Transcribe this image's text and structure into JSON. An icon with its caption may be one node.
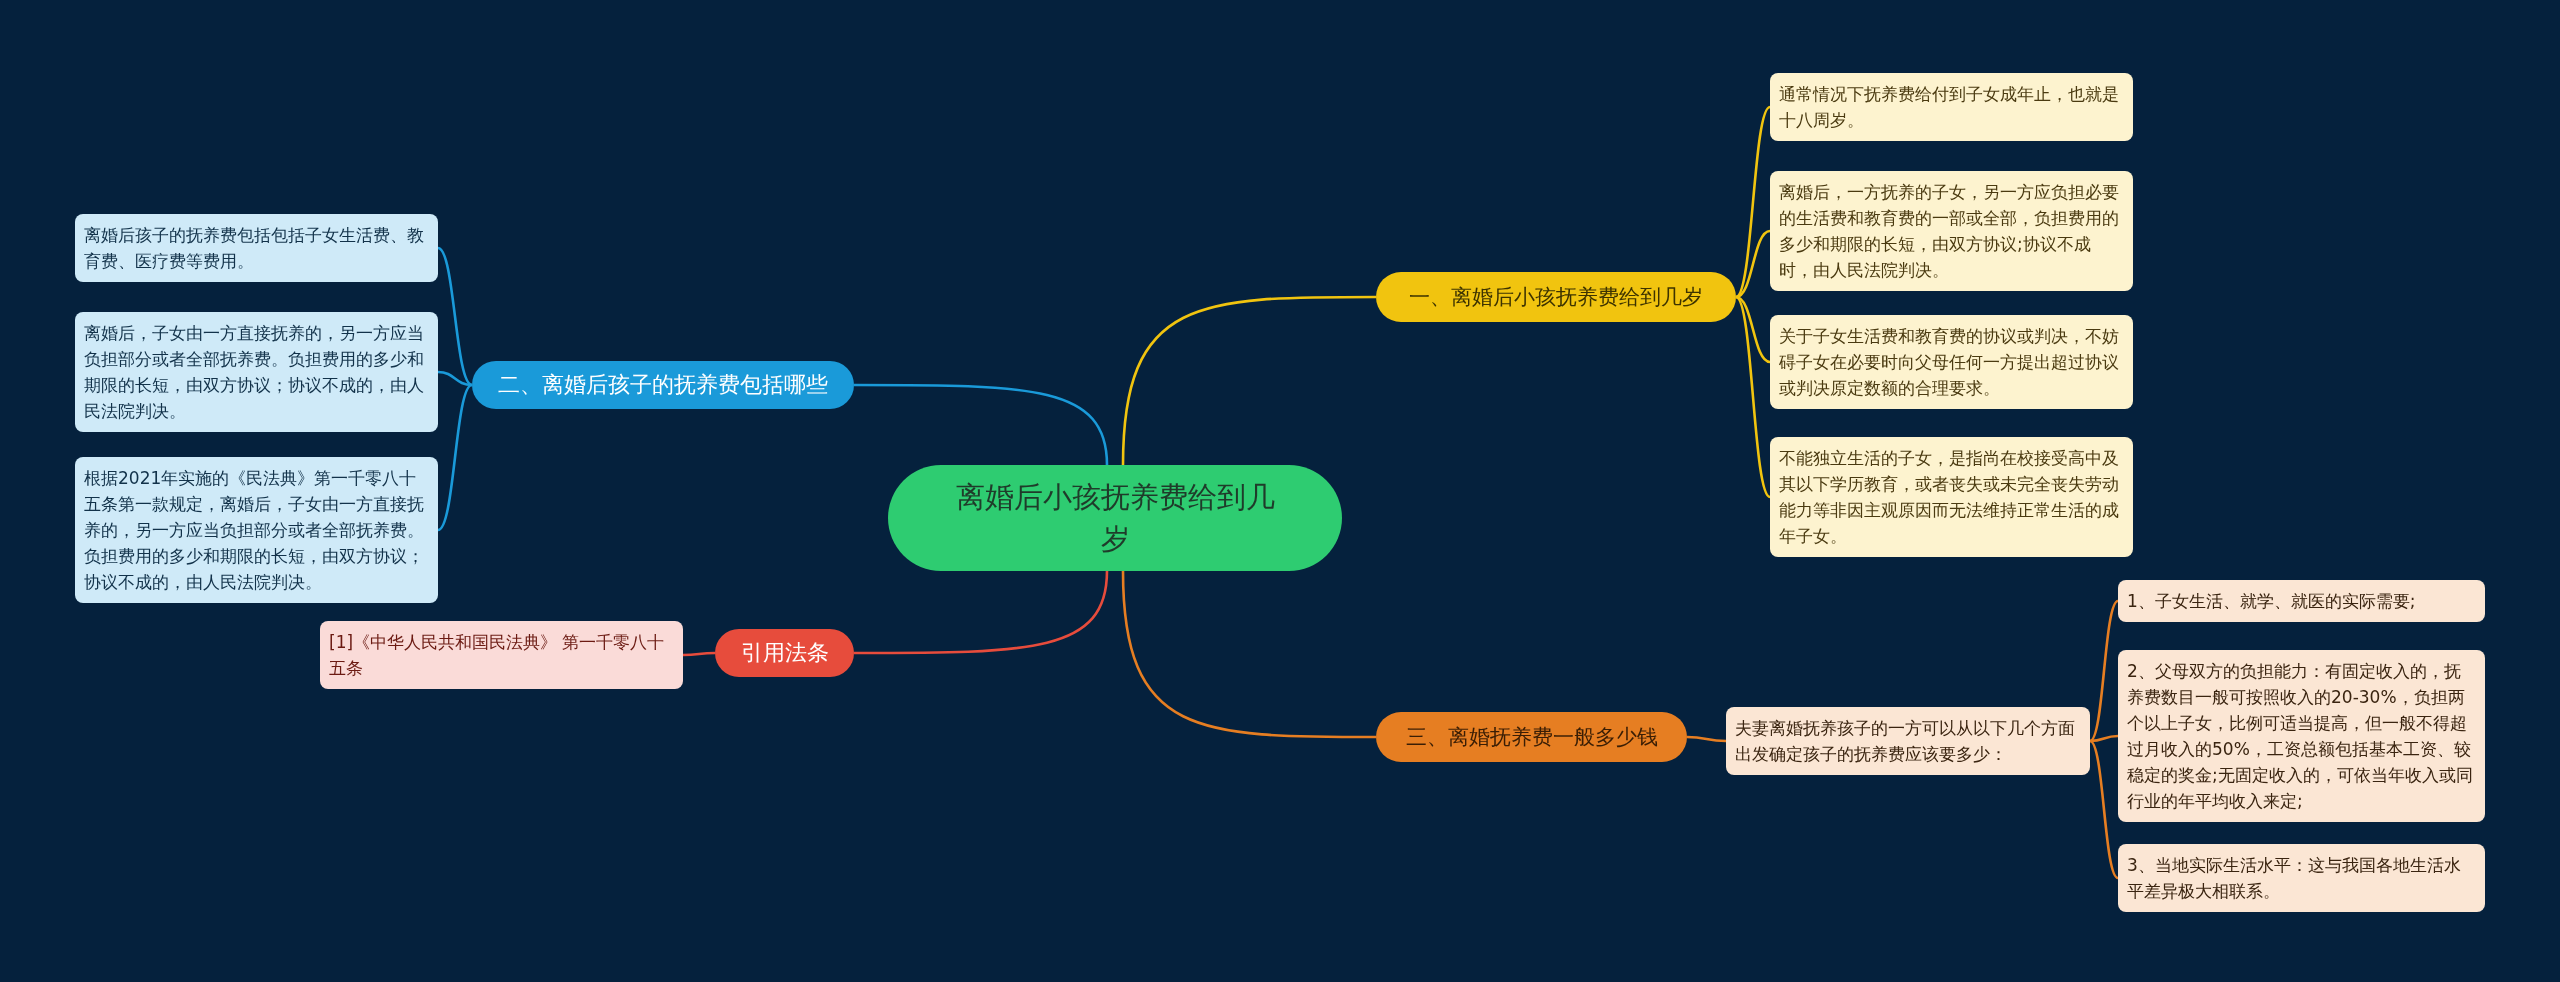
{
  "diagram": {
    "nodes": [
      {
        "text": [
          "离婚后小孩抚养费给到几岁"
        ]
      },
      {
        "text": [
          "一、离婚后小孩抚养费给到几岁"
        ]
      },
      {
        "text": [
          "通常情况下抚养费给付到子女成年止，也就是十八周岁。"
        ]
      },
      {
        "text": [
          "离婚后，一方抚养的子女，另一方应负担必要的生活费和教育费的一部或全部，负担费用的多少和期限的长短，由双方协议;协议不成时，由人民法院判决。"
        ]
      },
      {
        "text": [
          "关于子女生活费和教育费的协议或判决，不妨碍子女在必要时向父母任何一方提出超过协议或判决原定数额的合理要求。"
        ]
      },
      {
        "text": [
          "不能独立生活的子女，是指尚在校接受高中及其以下学历教育，或者丧失或未完全丧失劳动能力等非因主观原因而无法维持正常生活的成年子女。"
        ]
      },
      {
        "text": [
          "二、离婚后孩子的抚养费包括哪些"
        ]
      },
      {
        "text": [
          "离婚后孩子的抚养费包括包括子女生活费、教育费、医疗费等费用。"
        ]
      },
      {
        "text": [
          "离婚后，子女由一方直接抚养的，另一方应当负担部分或者全部抚养费。负担费用的多少和期限的长短，由双方协议；协议不成的，由人民法院判决。"
        ]
      },
      {
        "text": [
          "根据2021年实施的《民法典》第一千零八十五条第一款规定，离婚后，子女由一方直接抚养的，另一方应当负担部分或者全部抚养费。负担费用的多少和期限的长短，由双方协议；协议不成的，由人民法院判决。"
        ]
      },
      {
        "text": [
          "引用法条"
        ]
      },
      {
        "text": [
          "[1]《中华人民共和国民法典》 第一千零八十五条"
        ]
      },
      {
        "text": [
          "三、离婚抚养费一般多少钱"
        ]
      },
      {
        "text": [
          "夫妻离婚抚养孩子的一方可以从以下几个方面出发确定孩子的抚养费应该要多少："
        ]
      },
      {
        "text": [
          "1、子女生活、就学、就医的实际需要;"
        ]
      },
      {
        "text": [
          "2、父母双方的负担能力：有固定收入的，抚养费数目一般可按照收入的20-30%，负担两个以上子女，比例可适当提高，但一般不得超过月收入的50%，工资总额包括基本工资、较稳定的奖金;无固定收入的，可依当年收入或同行业的年平均收入来定;"
        ]
      },
      {
        "text": [
          "3、当地实际生活水平：这与我国各地生活水平差异极大相联系。"
        ]
      }
    ],
    "edges": [
      {
        "from": 0,
        "to": 1,
        "arrow": "none",
        "color": "#f1c40f"
      },
      {
        "from": 1,
        "to": 2,
        "arrow": "none",
        "color": "#f1c40f"
      },
      {
        "from": 1,
        "to": 3,
        "arrow": "none",
        "color": "#f1c40f"
      },
      {
        "from": 1,
        "to": 4,
        "arrow": "none",
        "color": "#f1c40f"
      },
      {
        "from": 1,
        "to": 5,
        "arrow": "none",
        "color": "#f1c40f"
      },
      {
        "from": 0,
        "to": 6,
        "arrow": "none",
        "color": "#1a9ad9"
      },
      {
        "from": 6,
        "to": 7,
        "arrow": "none",
        "color": "#1a9ad9"
      },
      {
        "from": 6,
        "to": 8,
        "arrow": "none",
        "color": "#1a9ad9"
      },
      {
        "from": 6,
        "to": 9,
        "arrow": "none",
        "color": "#1a9ad9"
      },
      {
        "from": 0,
        "to": 10,
        "arrow": "none",
        "color": "#e74c3c"
      },
      {
        "from": 10,
        "to": 11,
        "arrow": "none",
        "color": "#e74c3c"
      },
      {
        "from": 0,
        "to": 12,
        "arrow": "none",
        "color": "#e67e22"
      },
      {
        "from": 12,
        "to": 13,
        "arrow": "none",
        "color": "#e67e22"
      },
      {
        "from": 13,
        "to": 14,
        "arrow": "none",
        "color": "#e67e22"
      },
      {
        "from": 13,
        "to": 15,
        "arrow": "none",
        "color": "#e67e22"
      },
      {
        "from": 13,
        "to": 16,
        "arrow": "none",
        "color": "#e67e22"
      }
    ]
  }
}
